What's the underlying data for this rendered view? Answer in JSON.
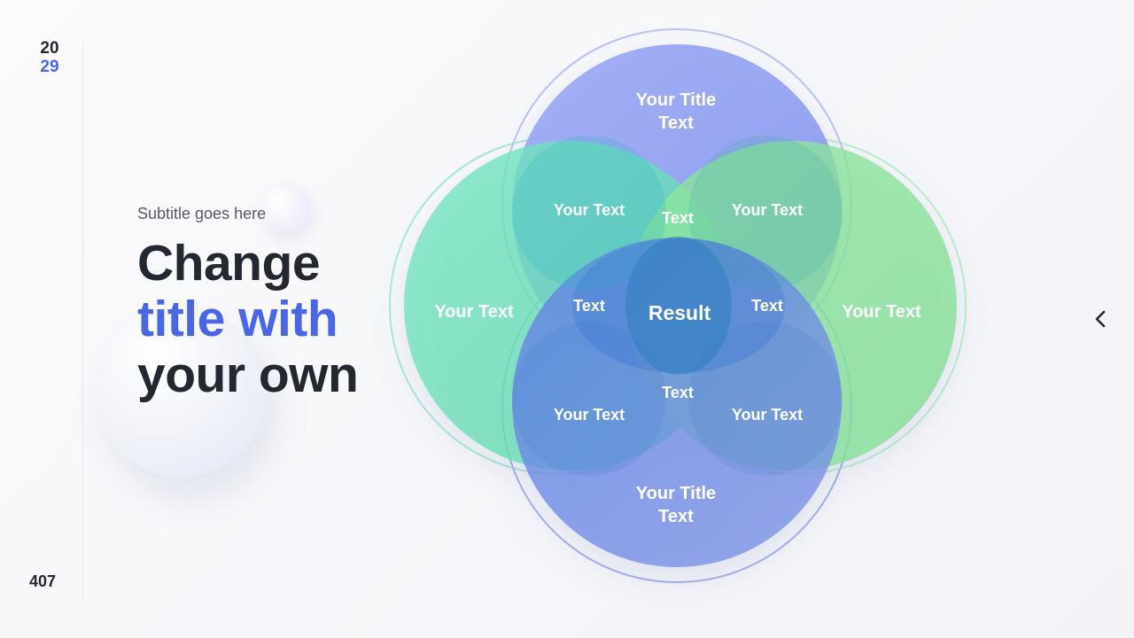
{
  "year": {
    "line1": "20",
    "line2": "29"
  },
  "page_number": "407",
  "subtitle": "Subtitle goes here",
  "title": {
    "line1": "Change",
    "line2": "title with",
    "line3": "your own"
  },
  "diagram": {
    "top_title": "Your Title Text",
    "bottom_title": "Your Title Text",
    "left_text": "Your Text",
    "right_text": "Your Text",
    "upper_left": "Your Text",
    "upper_right": "Your Text",
    "lower_left": "Your Text",
    "lower_right": "Your Text",
    "inner_top": "Text",
    "inner_left": "Text",
    "inner_right": "Text",
    "inner_bottom": "Text",
    "center": "Result"
  },
  "colors": {
    "accent": "#4a66e8",
    "dark": "#23272f",
    "blue": "#8c9df0",
    "green": "#6ddc96",
    "teal": "#5fdcb2"
  }
}
